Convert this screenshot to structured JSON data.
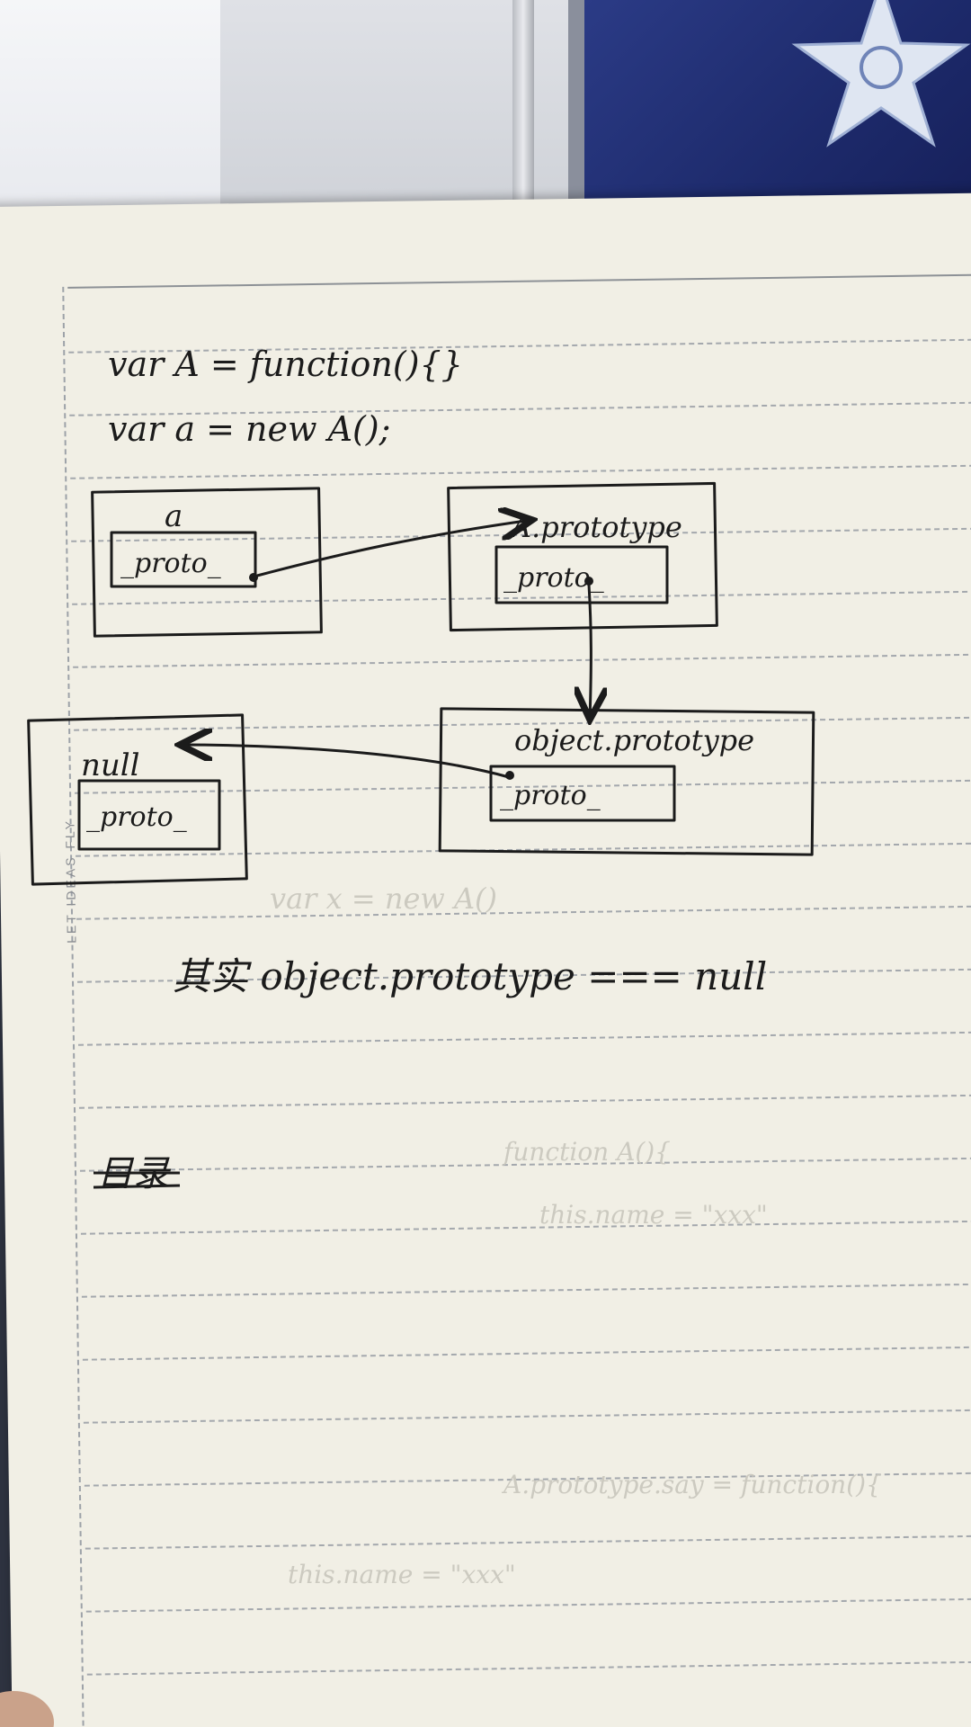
{
  "notes": {
    "line1": "var A = function(){}",
    "line2": "var a = new A();",
    "box_a_title": "a",
    "box_a_field": "_proto_",
    "box_Aproto_title": "A.prototype",
    "box_Aproto_field": "_proto_",
    "box_object_title": "object.prototype",
    "box_object_field": "_proto_",
    "box_null_title": "null",
    "box_null_field": "_proto_",
    "conclusion": "其实 object.prototype === null",
    "crossed_word": "目录"
  },
  "notebook": {
    "spine_text": "LET IDEAS FLY"
  },
  "colors": {
    "ink": "#1b1b1b",
    "paper": "#f1efe5",
    "rule": "#a4a8ad",
    "book_cover": "#1d2a6b"
  }
}
